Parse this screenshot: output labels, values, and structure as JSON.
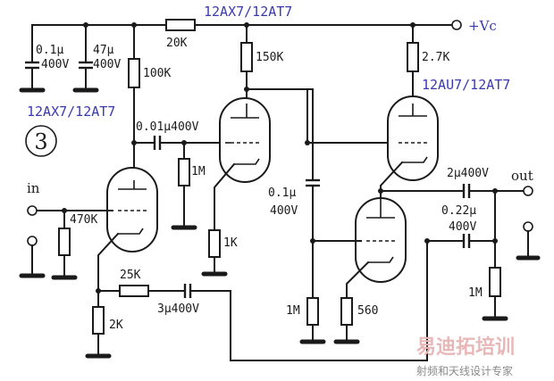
{
  "labels": {
    "vc": "+Vc",
    "in": "in",
    "out": "out",
    "stage_number": "3",
    "tube_v1v2": "12AX7/12AT7",
    "tube_v1": "12AX7/12AT7",
    "tube_v3v4": "12AU7/12AT7"
  },
  "components": {
    "r_supply": "20K",
    "c_filter1_value": "0.1μ",
    "c_filter1_volt": "400V",
    "c_filter2_value": "47μ",
    "c_filter2_volt": "400V",
    "r_plate1": "100K",
    "r_plate2": "150K",
    "r_plate3": "2.7K",
    "c_coupling1": "0.01μ400V",
    "r_grid2": "1M",
    "r_cathode2": "1K",
    "r_input": "470K",
    "c_bypass_value": "0.1μ",
    "c_bypass_volt": "400V",
    "c_out1": "2μ400V",
    "c_out2_value": "0.22μ",
    "c_out2_volt": "400V",
    "r_out": "1M",
    "r_grid4": "1M",
    "r_cathode4": "560",
    "r_fb": "25K",
    "c_fb": "3μ400V",
    "r_cathode1": "2K"
  },
  "watermark": {
    "brand": "易迪拓培训",
    "tagline": "射频和天线设计专家"
  }
}
